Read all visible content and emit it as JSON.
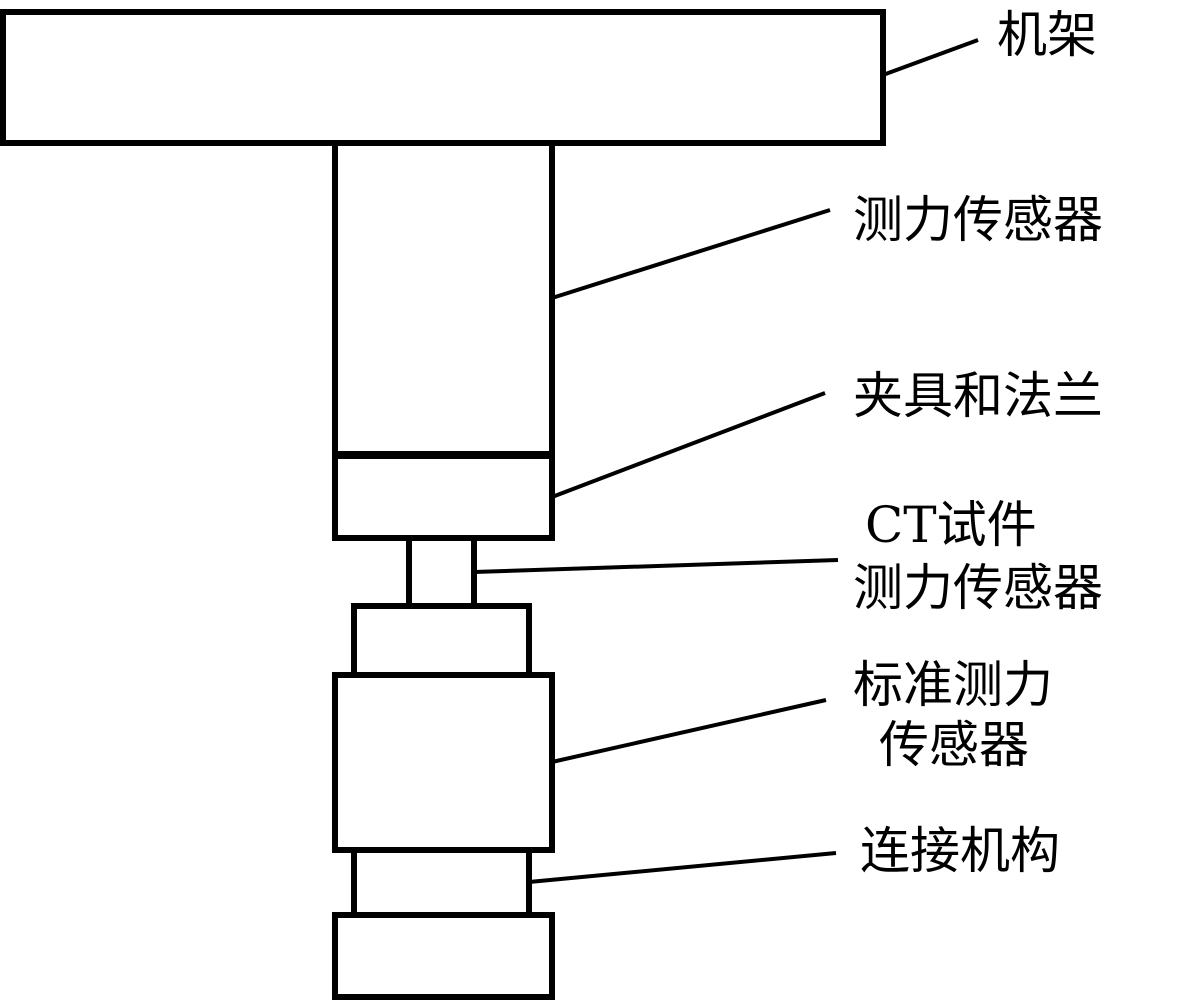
{
  "labels": {
    "frame": "机架",
    "load_sensor": "测力传感器",
    "fixture_flange": "夹具和法兰",
    "ct_specimen_line1": "CT试件",
    "ct_specimen_line2": "测力传感器",
    "standard_sensor_line1": "标准测力",
    "standard_sensor_line2": "传感器",
    "connector": "连接机构"
  }
}
